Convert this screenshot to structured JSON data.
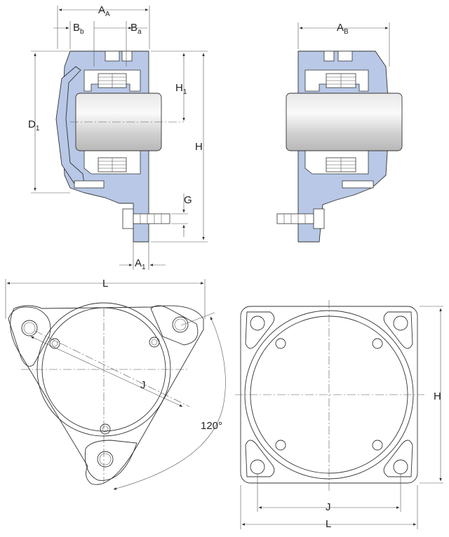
{
  "labels": {
    "A_A": {
      "main": "A",
      "sub": "A"
    },
    "B_b": {
      "main": "B",
      "sub": "b"
    },
    "B_a": {
      "main": "B",
      "sub": "a"
    },
    "A_B": {
      "main": "A",
      "sub": "B"
    },
    "D_1": {
      "main": "D",
      "sub": "1"
    },
    "H_1": {
      "main": "H",
      "sub": "1"
    },
    "H": "H",
    "G": "G",
    "A_1": {
      "main": "A",
      "sub": "1"
    },
    "L_left": "L",
    "J_left": "J",
    "angle": "120°",
    "L_right": "L",
    "J_right": "J",
    "H_right": "H"
  },
  "colors": {
    "housing": "#b8c8e6",
    "line": "#333333"
  }
}
